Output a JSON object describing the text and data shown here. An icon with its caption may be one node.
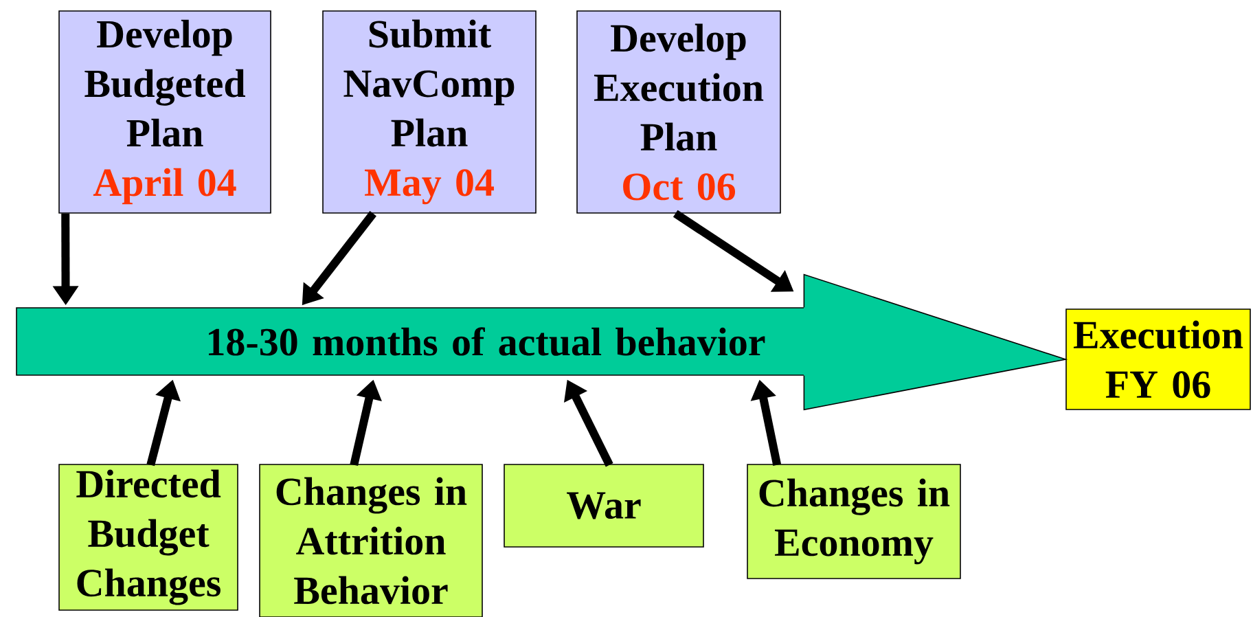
{
  "diagram": {
    "nodes": [
      {
        "text": [
          "Develop Budgeted Plan",
          "April 04"
        ]
      },
      {
        "text": [
          "Submit NavComp Plan",
          "May 04"
        ]
      },
      {
        "text": [
          "Develop Execution Plan",
          "Oct 06"
        ]
      },
      {
        "text": [
          "18-30 months of actual behavior"
        ]
      },
      {
        "text": [
          "Execution FY 06"
        ]
      },
      {
        "text": [
          "Directed Budget Changes"
        ]
      },
      {
        "text": [
          "Changes in Attrition Behavior"
        ]
      },
      {
        "text": [
          "War"
        ]
      },
      {
        "text": [
          "Changes in Economy"
        ]
      }
    ],
    "edges": [
      {
        "from": 0,
        "to": 3,
        "arrow": "to"
      },
      {
        "from": 1,
        "to": 3,
        "arrow": "to"
      },
      {
        "from": 2,
        "to": 3,
        "arrow": "to"
      },
      {
        "from": 5,
        "to": 3,
        "arrow": "to"
      },
      {
        "from": 6,
        "to": 3,
        "arrow": "to"
      },
      {
        "from": 7,
        "to": 3,
        "arrow": "to"
      },
      {
        "from": 8,
        "to": 3,
        "arrow": "to"
      },
      {
        "from": 3,
        "to": 4,
        "arrow": "to"
      }
    ]
  }
}
